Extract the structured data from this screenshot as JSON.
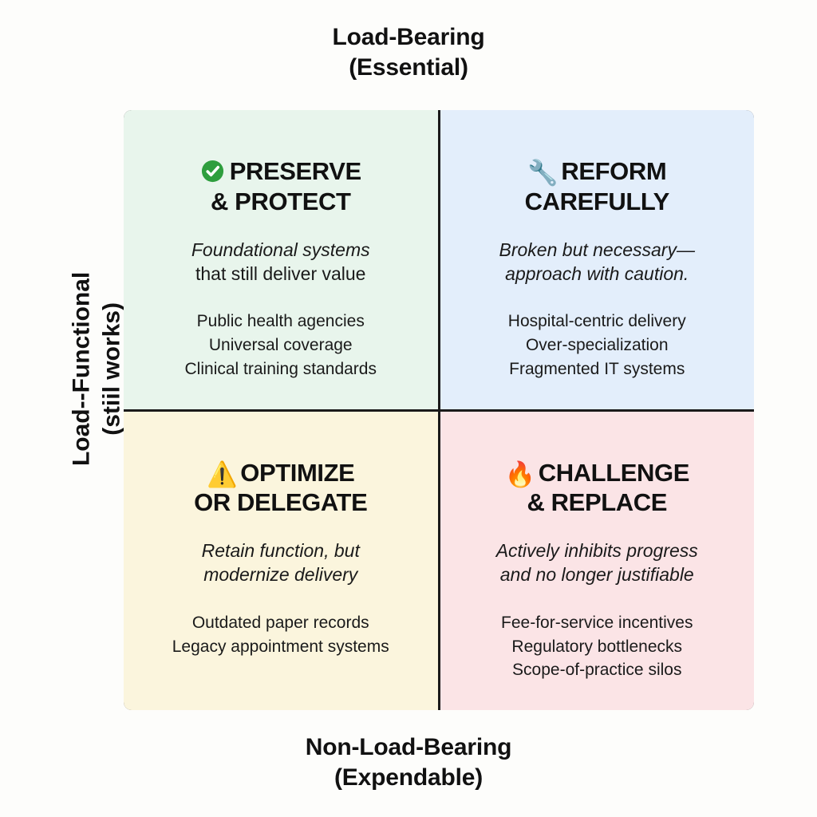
{
  "axes": {
    "top": {
      "line1": "Load-Bearing",
      "line2": "(Essential)"
    },
    "bottom": {
      "line1": "Non-Load-Bearing",
      "line2": "(Expendable)"
    },
    "left": {
      "line1": "Load--Functional",
      "line2": "(stiil works)"
    }
  },
  "colors": {
    "page_background": "#fdfdfb",
    "quadrant_preserve": "#e8f5ec",
    "quadrant_reform": "#e3eefb",
    "quadrant_optimize": "#fbf5dd",
    "quadrant_challenge": "#fbe4e6",
    "divider": "#1a1a1a",
    "check_green": "#2e9e3e",
    "text": "#111111"
  },
  "quadrants": [
    {
      "key": "preserve",
      "icon": "green-check-circle-icon",
      "icon_glyph": "",
      "title_line1": "PRESERVE",
      "title_line2": "& PROTECT",
      "desc_line1": "Foundational systems",
      "desc_line2": "that still deliver value",
      "items": [
        "Public health agencies",
        "Universal coverage",
        "Clinical training standards"
      ]
    },
    {
      "key": "reform",
      "icon": "wrench-icon",
      "icon_glyph": "🔧",
      "title_line1": "REFORM",
      "title_line2": "CAREFULLY",
      "desc_line1": "Broken but necessary—",
      "desc_line2": "approach with caution.",
      "items": [
        "Hospital-centric delivery",
        "Over-specialization",
        "Fragmented IT systems"
      ]
    },
    {
      "key": "optimize",
      "icon": "warning-triangle-icon",
      "icon_glyph": "⚠️",
      "title_line1": "OPTIMIZE",
      "title_line2": "OR DELEGATE",
      "desc_line1": "Retain function, but",
      "desc_line2": "modernize delivery",
      "items": [
        "Outdated paper records",
        "Legacy appointment systems"
      ]
    },
    {
      "key": "challenge",
      "icon": "fire-icon",
      "icon_glyph": "🔥",
      "title_line1": "CHALLENGE",
      "title_line2": "& REPLACE",
      "desc_line1": "Actively inhibits progress",
      "desc_line2": "and no longer justifiable",
      "items": [
        "Fee-for-service incentives",
        "Regulatory bottlenecks",
        "Scope-of-practice silos"
      ]
    }
  ]
}
